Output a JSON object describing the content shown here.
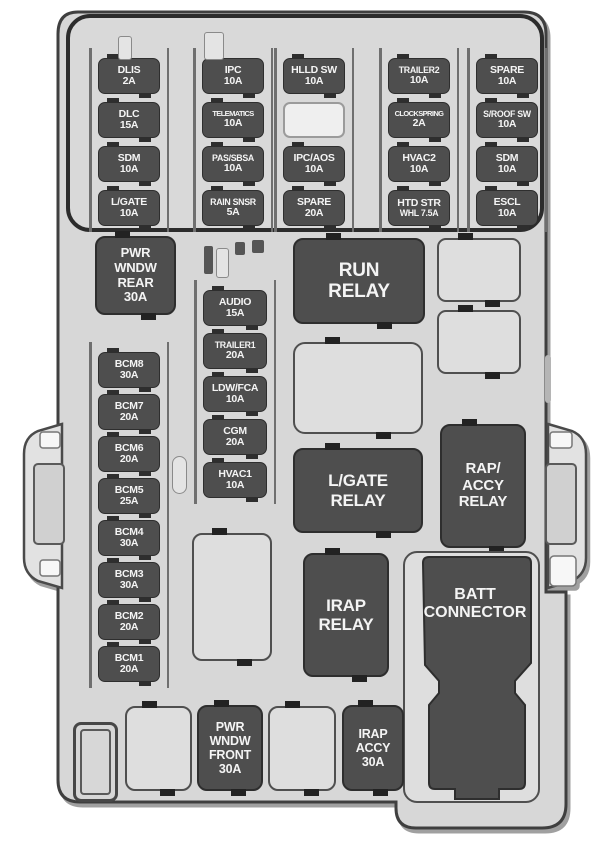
{
  "colors": {
    "page_bg": "#ffffff",
    "body_fill": "#d7d7d7",
    "body_stroke": "#3f3f3f",
    "fuse_dark": "#4e4e4e",
    "fuse_text": "#f4f4f4",
    "empty_fill": "#dedede",
    "white_slot": "#efefef",
    "rail": "#6f6f6f"
  },
  "top_block": {
    "columns": [
      {
        "fuses": [
          {
            "name": "DLIS",
            "amp": "2A"
          },
          {
            "name": "DLC",
            "amp": "15A"
          },
          {
            "name": "SDM",
            "amp": "10A"
          },
          {
            "name": "L/GATE",
            "amp": "10A"
          }
        ]
      },
      {
        "fuses": [
          {
            "name": "IPC",
            "amp": "10A"
          },
          {
            "name": "TELEMATICS",
            "amp": "10A"
          },
          {
            "name": "PAS/SBSA",
            "amp": "10A"
          },
          {
            "name": "RAIN SNSR",
            "amp": "5A"
          }
        ]
      },
      {
        "fuses": [
          {
            "name": "HLLD SW",
            "amp": "10A"
          },
          {
            "empty": true
          },
          {
            "name": "IPC/AOS",
            "amp": "10A"
          },
          {
            "name": "SPARE",
            "amp": "20A"
          }
        ]
      },
      {
        "fuses": [
          {
            "name": "TRAILER2",
            "amp": "10A"
          },
          {
            "name": "CLOCKSPRING",
            "amp": "2A"
          },
          {
            "name": "HVAC2",
            "amp": "10A"
          },
          {
            "name": "HTD STR",
            "amp": "WHL 7.5A"
          }
        ]
      },
      {
        "fuses": [
          {
            "name": "SPARE",
            "amp": "10A"
          },
          {
            "name": "S/ROOF SW",
            "amp": "10A"
          },
          {
            "name": "SDM",
            "amp": "10A"
          },
          {
            "name": "ESCL",
            "amp": "10A"
          }
        ]
      }
    ]
  },
  "left_section": {
    "pwr_wndw_rear": {
      "lines": [
        "PWR",
        "WNDW",
        "REAR",
        "30A"
      ]
    },
    "bcm_fuses": [
      {
        "name": "BCM8",
        "amp": "30A"
      },
      {
        "name": "BCM7",
        "amp": "20A"
      },
      {
        "name": "BCM6",
        "amp": "20A"
      },
      {
        "name": "BCM5",
        "amp": "25A"
      },
      {
        "name": "BCM4",
        "amp": "30A"
      },
      {
        "name": "BCM3",
        "amp": "30A"
      },
      {
        "name": "BCM2",
        "amp": "20A"
      },
      {
        "name": "BCM1",
        "amp": "20A"
      }
    ],
    "center_fuses": [
      {
        "name": "AUDIO",
        "amp": "15A"
      },
      {
        "name": "TRAILER1",
        "amp": "20A"
      },
      {
        "name": "LDW/FCA",
        "amp": "10A"
      },
      {
        "name": "CGM",
        "amp": "20A"
      },
      {
        "name": "HVAC1",
        "amp": "10A"
      }
    ]
  },
  "relays": {
    "run": {
      "lines": [
        "RUN",
        "RELAY"
      ]
    },
    "lgate": {
      "lines": [
        "L/GATE",
        "RELAY"
      ]
    },
    "irap": {
      "lines": [
        "IRAP",
        "RELAY"
      ]
    },
    "rap_accy": {
      "lines": [
        "RAP/",
        "ACCY",
        "RELAY"
      ]
    }
  },
  "batt_connector": {
    "lines": [
      "BATT",
      "CONNECTOR"
    ]
  },
  "bottom_row": {
    "pwr_wndw_front": {
      "lines": [
        "PWR",
        "WNDW",
        "FRONT",
        "30A"
      ]
    },
    "irap_accy": {
      "lines": [
        "IRAP",
        "ACCY",
        "30A"
      ]
    }
  }
}
